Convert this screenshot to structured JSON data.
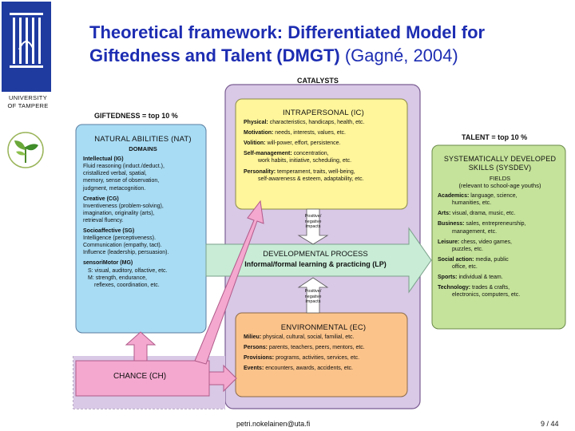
{
  "branding": {
    "university_line1": "UNIVERSITY",
    "university_line2": "OF TAMPERE"
  },
  "title": {
    "main": "Theoretical framework: Differentiated Model for Giftedness and Talent (DMGT)",
    "citation": "(Gagné, 2004)"
  },
  "labels": {
    "catalysts": "CATALYSTS",
    "giftedness": "GIFTEDNESS = top 10 %",
    "talent": "TALENT = top 10 %"
  },
  "natural_abilities": {
    "heading": "NATURAL ABILITIES (NAT)",
    "subheading": "DOMAINS",
    "items": [
      {
        "name": "Intellectual (IG)",
        "lines": [
          "Fluid reasoning (induct./deduct.),",
          "cristallized verbal, spatial,",
          "memory, sense of observation,",
          "judgment, metacognition."
        ]
      },
      {
        "name": "Creative (CG)",
        "lines": [
          "Inventiveness (problem-solving),",
          "imagination, originality (arts),",
          "retrieval fluency."
        ]
      },
      {
        "name": "Socioaffective (SG)",
        "lines": [
          "Intelligence (perceptiveness).",
          "Communication (empathy, tact).",
          "Influence (leadership, persuasion)."
        ]
      },
      {
        "name": "sensoriMotor (MG)",
        "lines": [
          "S: visual, auditory, olfactive, etc.",
          "M: strength, endurance,",
          "reflexes, coordination, etc."
        ]
      }
    ]
  },
  "intrapersonal": {
    "heading": "INTRAPERSONAL (IC)",
    "items": [
      {
        "name": "Physical:",
        "text": "characteristics, handicaps, health, etc."
      },
      {
        "name": "Motivation:",
        "text": "needs, interests, values, etc."
      },
      {
        "name": "Volition:",
        "text": "will-power, effort, persistence."
      },
      {
        "name": "Self-management:",
        "text": "concentration,",
        "cont": "work habits, initiative, scheduling, etc."
      },
      {
        "name": "Personality:",
        "text": "temperament, traits, well-being,",
        "cont": "self-awareness & esteem, adaptability, etc."
      }
    ]
  },
  "impacts_top": "Positive/ negative impacts",
  "impacts_bottom": "Positive/ negative impacts",
  "developmental": {
    "heading": "DEVELOPMENTAL PROCESS",
    "subheading": "Informal/formal learning & practicing (LP)"
  },
  "environmental": {
    "heading": "ENVIRONMENTAL (EC)",
    "items": [
      {
        "name": "Milieu:",
        "text": "physical, cultural, social, familial, etc."
      },
      {
        "name": "Persons:",
        "text": "parents, teachers, peers, mentors, etc."
      },
      {
        "name": "Provisions:",
        "text": "programs, activities, services, etc."
      },
      {
        "name": "Events:",
        "text": "encounters, awards, accidents, etc."
      }
    ]
  },
  "chance": "CHANCE (CH)",
  "skills": {
    "heading": "SYSTEMATICALLY DEVELOPED SKILLS (SYSDEV)",
    "fields": "FIELDS",
    "fields_note": "(relevant to school-age youths)",
    "items": [
      {
        "name": "Academics:",
        "text": "language, science,",
        "cont": "humanities, etc."
      },
      {
        "name": "Arts:",
        "text": "visual, drama, music, etc."
      },
      {
        "name": "Business:",
        "text": "sales, entrepreneurship,",
        "cont": "management, etc."
      },
      {
        "name": "Leisure:",
        "text": "chess, video games,",
        "cont": "puzzles, etc."
      },
      {
        "name": "Social action:",
        "text": "media, public",
        "cont": "office, etc."
      },
      {
        "name": "Sports:",
        "text": "individual & team."
      },
      {
        "name": "Technology:",
        "text": "trades & crafts,",
        "cont": "electronics, computers, etc."
      }
    ]
  },
  "footer": {
    "email": "petri.nokelainen@uta.fi",
    "page": "9 / 44"
  },
  "colors": {
    "title": "#1d2db2",
    "catalyst_bg": "#d9c8e6",
    "natural_bg": "#a8dcf4",
    "intrapersonal_bg": "#fff59a",
    "environmental_bg": "#fbc38a",
    "skills_bg": "#c5e39a",
    "process_arrow": "#c8ecd6",
    "chance_bg": "#f4a8cf"
  }
}
